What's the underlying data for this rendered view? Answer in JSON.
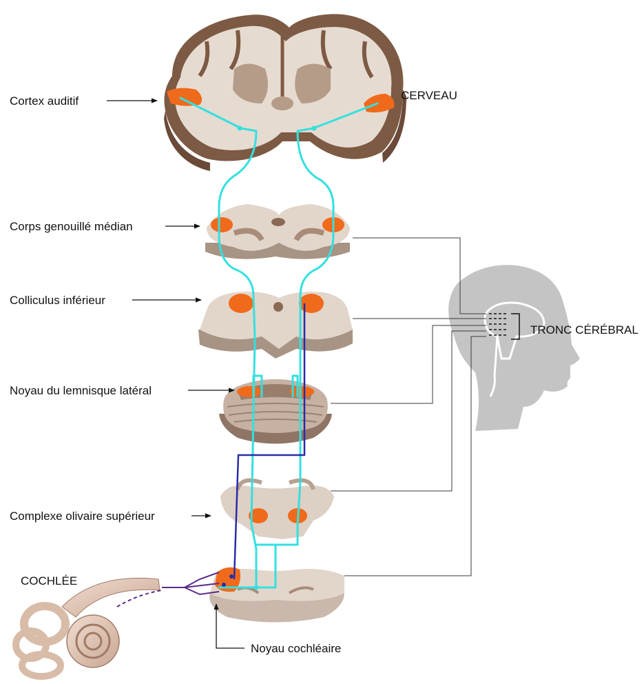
{
  "labels": {
    "cortex": "Cortex auditif",
    "cerveau": "CERVEAU",
    "genouille": "Corps genouillé médian",
    "colliculus": "Colliculus inférieur",
    "lemnisque": "Noyau du lemnisque latéral",
    "olivaire": "Complexe olivaire supérieur",
    "cochlee": "COCHLÉE",
    "cochleaire": "Noyau cochléaire",
    "tronc": "TRONC CÉRÉBRAL"
  },
  "colors": {
    "pathway_cyan": "#33e0e0",
    "pathway_navy": "#2a2aa8",
    "nucleus_orange": "#f06a1c",
    "brain_tissue": "#8a6a55",
    "white_matter": "#e8ddd2",
    "section_gray": "#cdbfb4",
    "head_gray": "#c4c4c4"
  },
  "icons": [
    "head-silhouette-icon",
    "cochlea-icon",
    "arrow-icon"
  ]
}
